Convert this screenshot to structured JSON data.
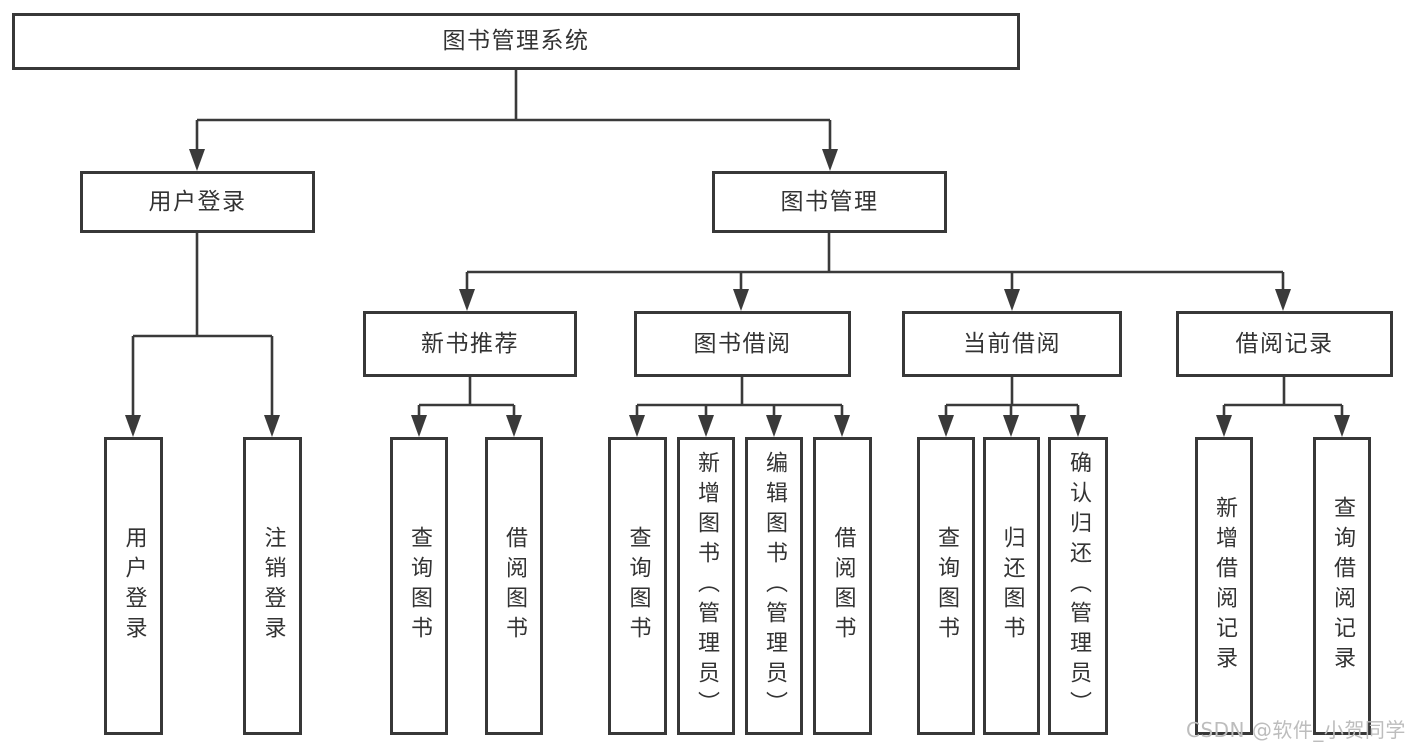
{
  "tree": {
    "label": "图书管理系统",
    "children": [
      {
        "label": "用户登录",
        "children": [
          {
            "label": "用户登录"
          },
          {
            "label": "注销登录"
          }
        ]
      },
      {
        "label": "图书管理",
        "children": [
          {
            "label": "新书推荐",
            "children": [
              {
                "label": "查询图书"
              },
              {
                "label": "借阅图书"
              }
            ]
          },
          {
            "label": "图书借阅",
            "children": [
              {
                "label": "查询图书"
              },
              {
                "label": "新增图书（管理员）"
              },
              {
                "label": "编辑图书（管理员）"
              },
              {
                "label": "借阅图书"
              }
            ]
          },
          {
            "label": "当前借阅",
            "children": [
              {
                "label": "查询图书"
              },
              {
                "label": "归还图书"
              },
              {
                "label": "确认归还（管理员）"
              }
            ]
          },
          {
            "label": "借阅记录",
            "children": [
              {
                "label": "新增借阅记录"
              },
              {
                "label": "查询借阅记录"
              }
            ]
          }
        ]
      }
    ]
  },
  "watermark": {
    "text": "CSDN @软件_小贺同学"
  },
  "colors": {
    "line": "#3a3a3a",
    "box_border": "#383838",
    "text": "#333333",
    "background": "#ffffff",
    "watermark": "#bdbdbd"
  }
}
